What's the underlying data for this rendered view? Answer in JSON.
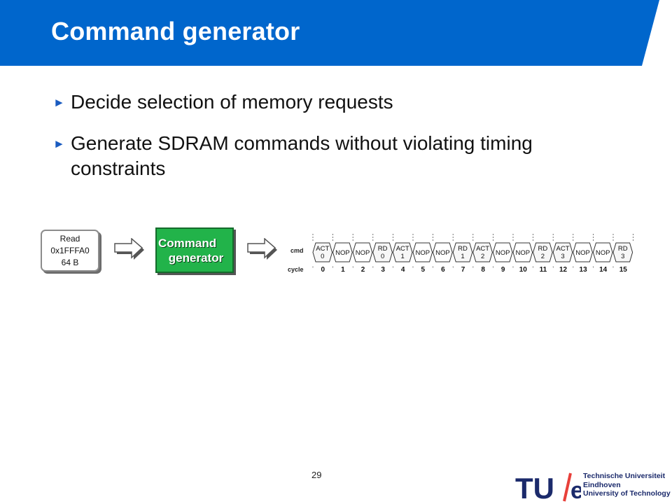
{
  "slide": {
    "title": "Command generator",
    "bullets": [
      "Decide selection of memory requests",
      "Generate SDRAM commands without violating timing constraints"
    ],
    "page_number": "29"
  },
  "diagram": {
    "request": [
      "Read",
      "0x1FFFA0",
      "64 B"
    ],
    "command_generator": [
      "Command",
      "generator"
    ],
    "timing": {
      "cmd_label": "cmd",
      "cycle_label": "cycle",
      "commands": [
        {
          "name": "ACT",
          "bank": "0"
        },
        {
          "name": "NOP",
          "bank": ""
        },
        {
          "name": "NOP",
          "bank": ""
        },
        {
          "name": "RD",
          "bank": "0"
        },
        {
          "name": "ACT",
          "bank": "1"
        },
        {
          "name": "NOP",
          "bank": ""
        },
        {
          "name": "NOP",
          "bank": ""
        },
        {
          "name": "RD",
          "bank": "1"
        },
        {
          "name": "ACT",
          "bank": "2"
        },
        {
          "name": "NOP",
          "bank": ""
        },
        {
          "name": "NOP",
          "bank": ""
        },
        {
          "name": "RD",
          "bank": "2"
        },
        {
          "name": "ACT",
          "bank": "3"
        },
        {
          "name": "NOP",
          "bank": ""
        },
        {
          "name": "NOP",
          "bank": ""
        },
        {
          "name": "RD",
          "bank": "3"
        }
      ],
      "cycles": [
        "0",
        "1",
        "2",
        "3",
        "4",
        "5",
        "6",
        "7",
        "8",
        "9",
        "10",
        "11",
        "12",
        "13",
        "14",
        "15"
      ]
    }
  },
  "logo": {
    "mark": [
      "TU",
      "e"
    ],
    "lines": [
      "Technische Universiteit",
      "Eindhoven",
      "University of Technology"
    ]
  },
  "colors": {
    "title_bar": "#0066cc",
    "bullet_arrow": "#1a5bc0",
    "command_generator": "#22b34a",
    "logo_text": "#1b2a6b",
    "logo_slash": "#e8403a"
  }
}
